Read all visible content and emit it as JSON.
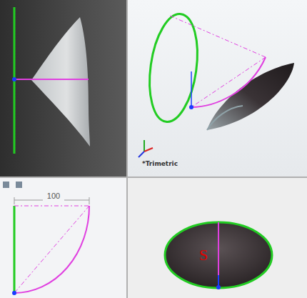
{
  "diagram": {
    "labels": [
      "*Trimetric",
      "100",
      "S"
    ]
  }
}
